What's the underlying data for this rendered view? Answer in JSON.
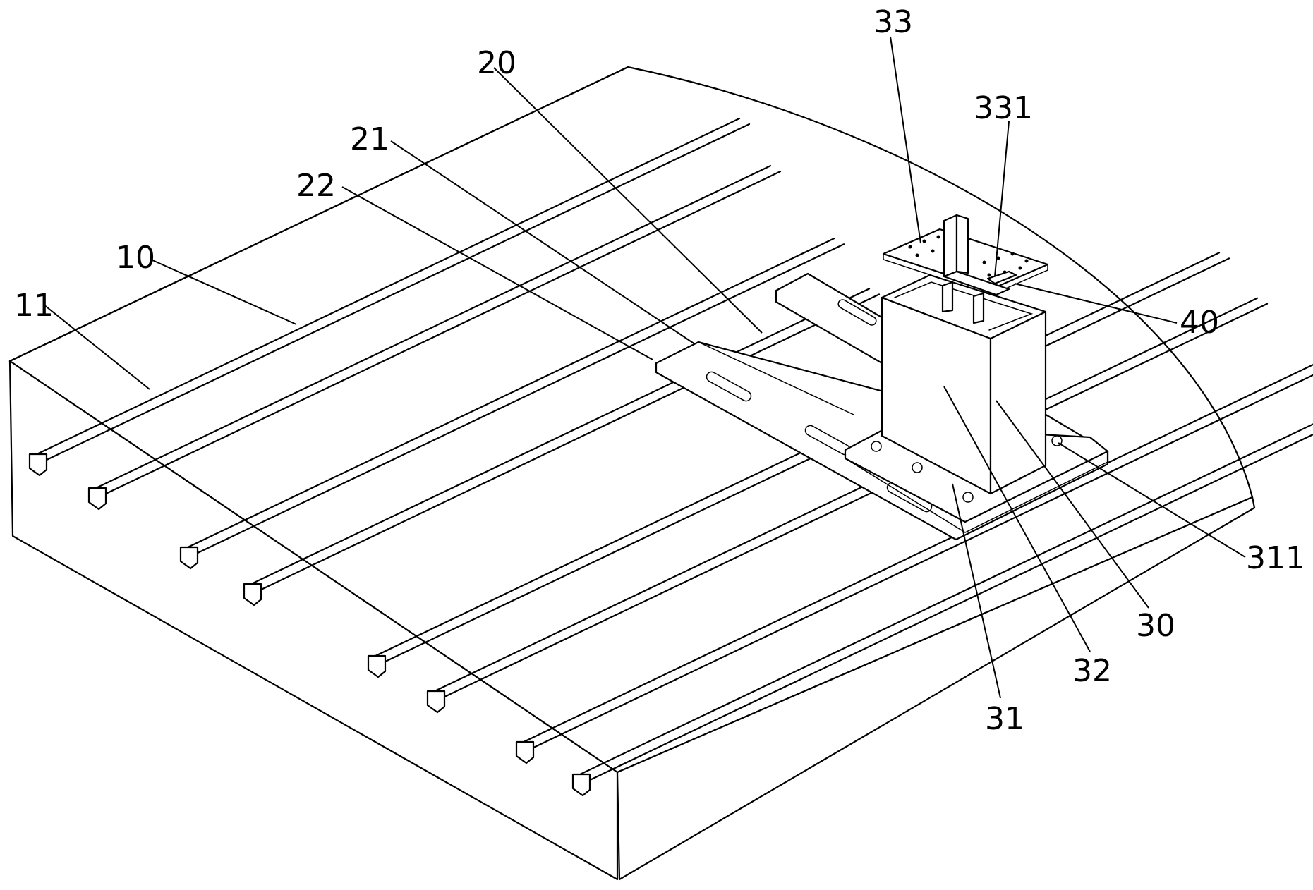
{
  "labels": {
    "l10": "10",
    "l11": "11",
    "l20": "20",
    "l21": "21",
    "l22": "22",
    "l30": "30",
    "l31": "31",
    "l311": "311",
    "l32": "32",
    "l33": "33",
    "l331": "331",
    "l40": "40"
  }
}
